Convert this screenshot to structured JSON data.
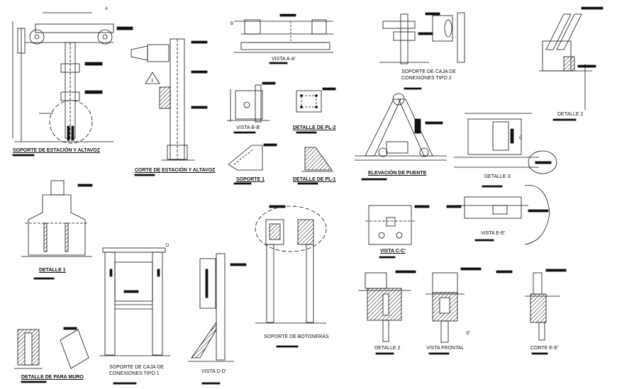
{
  "drawing": {
    "labels": {
      "soporte_estacion": "SOPORTE DE ESTACIÓN Y ALTAVOZ",
      "corte_estacion": "CORTE DE ESTACIÓN Y ALTAVOZ",
      "vista_aa": "VISTA A-A'",
      "vista_bb": "VISTA B-B'",
      "detalle_pl2": "DETALLE DE PL-2",
      "soporte_1": "SOPORTE 1",
      "detalle_pl1": "DETALLE DE PL-1",
      "soporte_caja_2_l1": "SOPORTE DE CAJA DE",
      "soporte_caja_2_l2": "CONEXIONES TIPO 2",
      "elevacion_puente": "ELEVACIÓN DE PUENTE",
      "detalle_2_top": "DETALLE 2",
      "detalle_3": "DETALLE 3",
      "vista_ee": "VISTA E-E'",
      "vista_cc": "VISTA C-C'",
      "detalle_1": "DETALLE 1",
      "detalle_para_muro": "DETALLE DE PARA MURO",
      "soporte_caja_1_l1": "SOPORTE DE CAJA DE",
      "soporte_caja_1_l2": "CONEXIONES TIPO 1",
      "vista_dd": "VISTA D-D'",
      "soporte_botoneras": "SOPORTE DE BOTONERAS",
      "detalle_2_bottom": "DETALLE 2",
      "vista_frontal": "VISTA FRONTAL",
      "corte_ee": "CORTE E-E'"
    },
    "markers": {
      "a": "A",
      "b": "B",
      "c": "C",
      "d": "D",
      "e": "E'",
      "one": "1"
    }
  }
}
